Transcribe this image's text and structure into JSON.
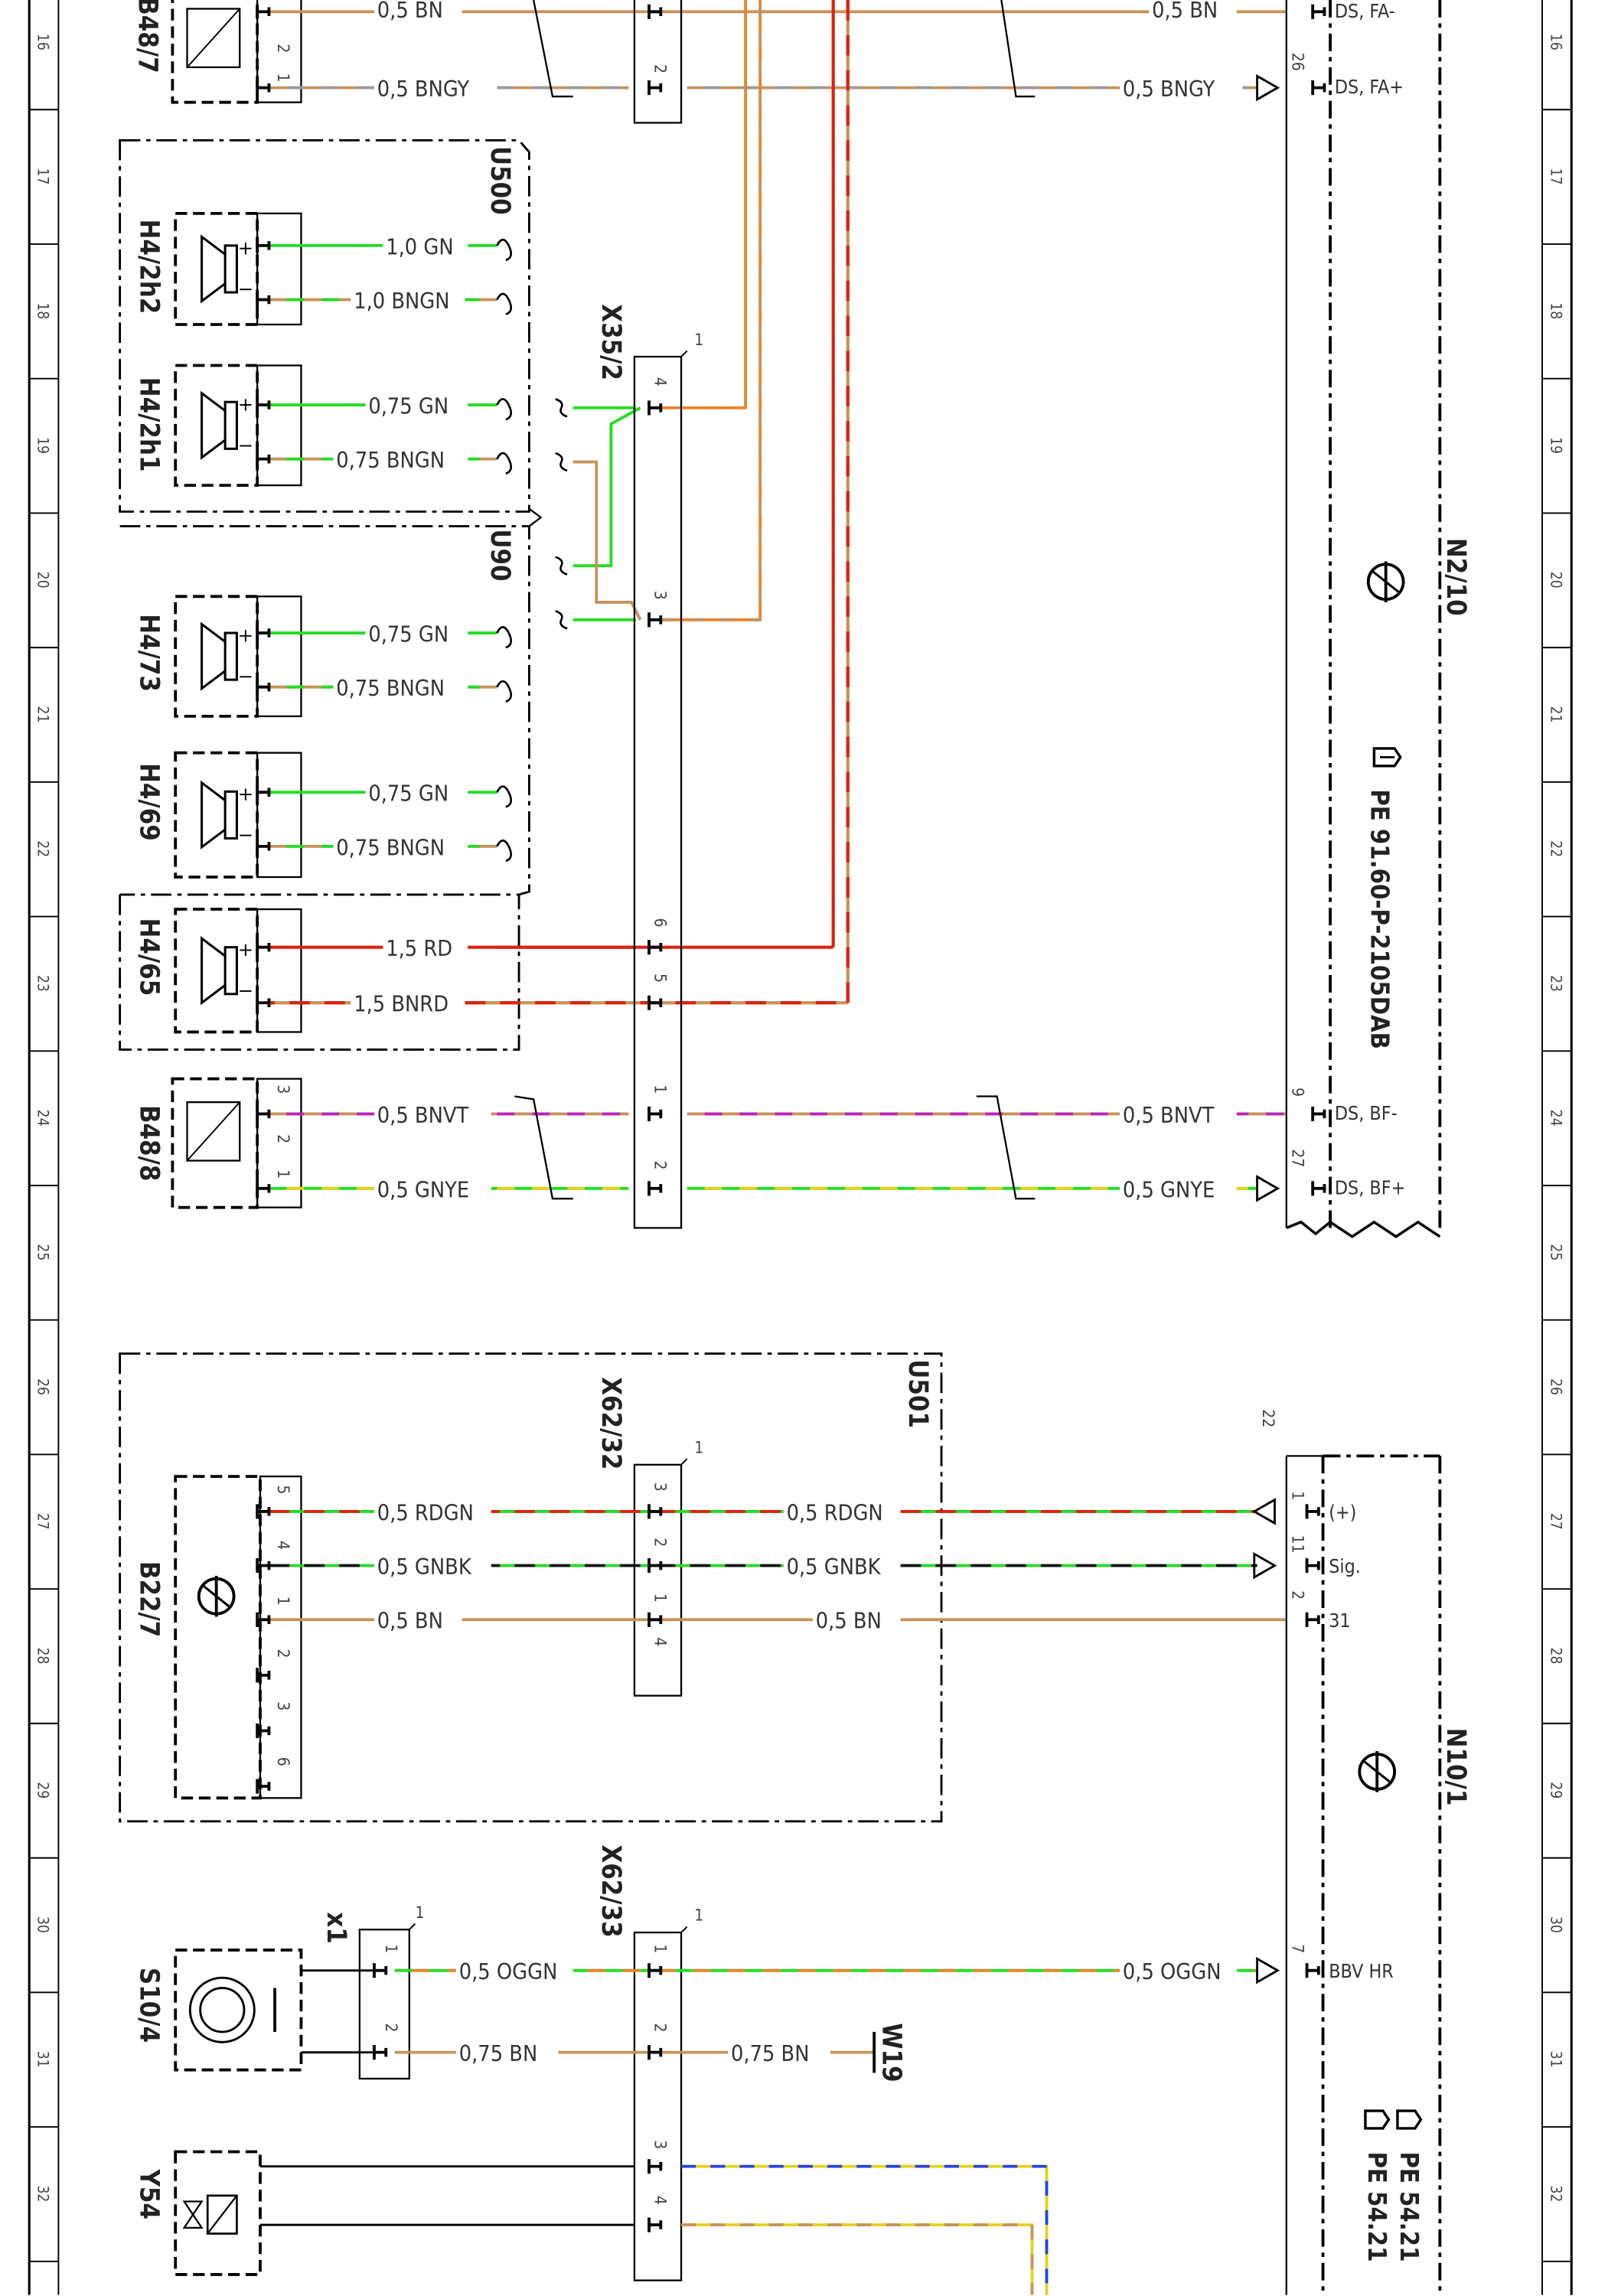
{
  "rows": [
    "16",
    "17",
    "18",
    "19",
    "20",
    "21",
    "22",
    "23",
    "24",
    "25",
    "26",
    "27",
    "28",
    "29",
    "30",
    "31",
    "32"
  ],
  "components": {
    "b48_7": "B48/7",
    "b48_8": "B48/8",
    "h4_2h2": "H4/2h2",
    "h4_2h1": "H4/2h1",
    "h4_73": "H4/73",
    "h4_69": "H4/69",
    "h4_65": "H4/65",
    "u500": "U500",
    "u90": "U90",
    "u501": "U501",
    "x35_2": "X35/2",
    "x62_32": "X62/32",
    "x62_33": "X62/33",
    "n2_10": "N2/10",
    "n10_1": "N10/1",
    "b22_7": "B22/7",
    "s10_4": "S10/4",
    "y54": "Y54",
    "x1": "x1",
    "w19": "W19"
  },
  "pe_refs": {
    "n2_10": "PE 91.60-P-2105DAB",
    "n10_1_a": "PE 54.21",
    "n10_1_b": "PE 54.21"
  },
  "wires": {
    "bn05": "0,5 BN",
    "bngy05": "0,5 BNGY",
    "gn10": "1,0 GN",
    "bngn10": "1,0 BNGN",
    "gn075": "0,75 GN",
    "bngn075": "0,75 BNGN",
    "rd15": "1,5 RD",
    "bnrd15": "1,5 BNRD",
    "bnvt05": "0,5 BNVT",
    "gnye05": "0,5 GNYE",
    "rdgn05": "0,5 RDGN",
    "gnbk05": "0,5 GNBK",
    "oggn05": "0,5 OGGN",
    "bn075": "0,75 BN"
  },
  "n2_10_pins": {
    "fa_minus": "DS, FA-",
    "fa_plus": "DS, FA+",
    "bf_minus": "DS, BF-",
    "bf_plus": "DS, BF+",
    "n26": "26",
    "n9": "9",
    "n27": "27"
  },
  "n10_1_pins": {
    "plus": "(+)",
    "sig": "Sig.",
    "p31": "31",
    "bbv": "BBV HR",
    "n22": "22",
    "n1": "1",
    "n11": "11",
    "n2": "2",
    "n7": "7"
  },
  "pin_numbers": {
    "p1": "1",
    "p2": "2",
    "p3": "3",
    "p4": "4",
    "p5": "5",
    "p6": "6"
  },
  "colors": {
    "brown": "#c8925a",
    "green": "#22dd22",
    "red": "#dd2211",
    "orange": "#e8852a",
    "violet": "#bb22bb",
    "yellow": "#e6d21a",
    "black": "#111111",
    "grey": "#9a9a9a",
    "blue": "#2244dd"
  }
}
